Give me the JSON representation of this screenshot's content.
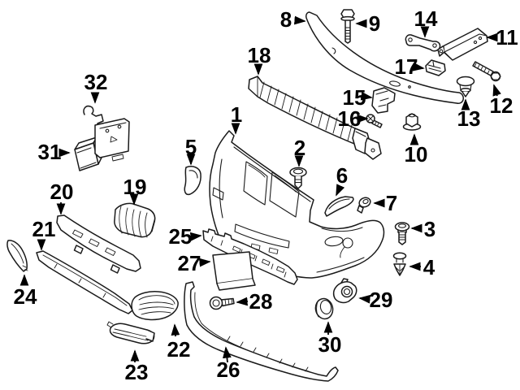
{
  "page": {
    "background": "#ffffff"
  },
  "diagram": {
    "stroke_color": "#1a1a1a",
    "label_color": "#000000",
    "callouts": [
      {
        "label": "1"
      },
      {
        "label": "2"
      },
      {
        "label": "3"
      },
      {
        "label": "4"
      },
      {
        "label": "5"
      },
      {
        "label": "6"
      },
      {
        "label": "7"
      },
      {
        "label": "8"
      },
      {
        "label": "9"
      },
      {
        "label": "10"
      },
      {
        "label": "11"
      },
      {
        "label": "12"
      },
      {
        "label": "13"
      },
      {
        "label": "14"
      },
      {
        "label": "15"
      },
      {
        "label": "16"
      },
      {
        "label": "17"
      },
      {
        "label": "18"
      },
      {
        "label": "19"
      },
      {
        "label": "20"
      },
      {
        "label": "21"
      },
      {
        "label": "22"
      },
      {
        "label": "23"
      },
      {
        "label": "24"
      },
      {
        "label": "25"
      },
      {
        "label": "26"
      },
      {
        "label": "27"
      },
      {
        "label": "28"
      },
      {
        "label": "29"
      },
      {
        "label": "30"
      },
      {
        "label": "31"
      },
      {
        "label": "32"
      }
    ]
  }
}
